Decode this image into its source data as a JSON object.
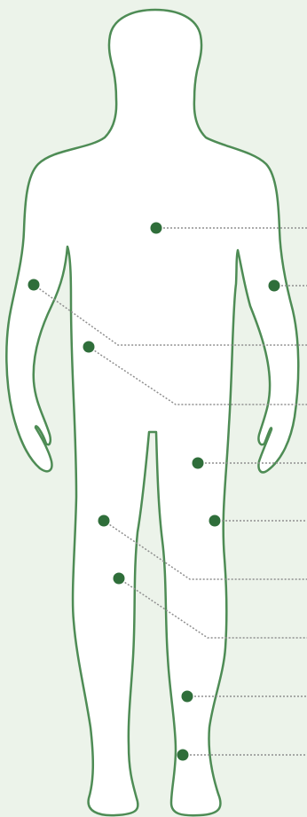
{
  "colors": {
    "background": "#ecf3ea",
    "body_fill": "#ffffff",
    "body_outline": "#4e8c55",
    "marker": "#2f6e3a",
    "leader_line": "#8f8f8f"
  },
  "figure": {
    "icon": "human-body-silhouette-icon",
    "markers": [
      {
        "id": "chest"
      },
      {
        "id": "left-forearm"
      },
      {
        "id": "right-forearm"
      },
      {
        "id": "left-upper-hip"
      },
      {
        "id": "left-lower-hip"
      },
      {
        "id": "right-thigh-upper"
      },
      {
        "id": "right-thigh-lower"
      },
      {
        "id": "left-thigh"
      },
      {
        "id": "left-knee"
      },
      {
        "id": "right-shin"
      },
      {
        "id": "right-ankle"
      }
    ]
  }
}
